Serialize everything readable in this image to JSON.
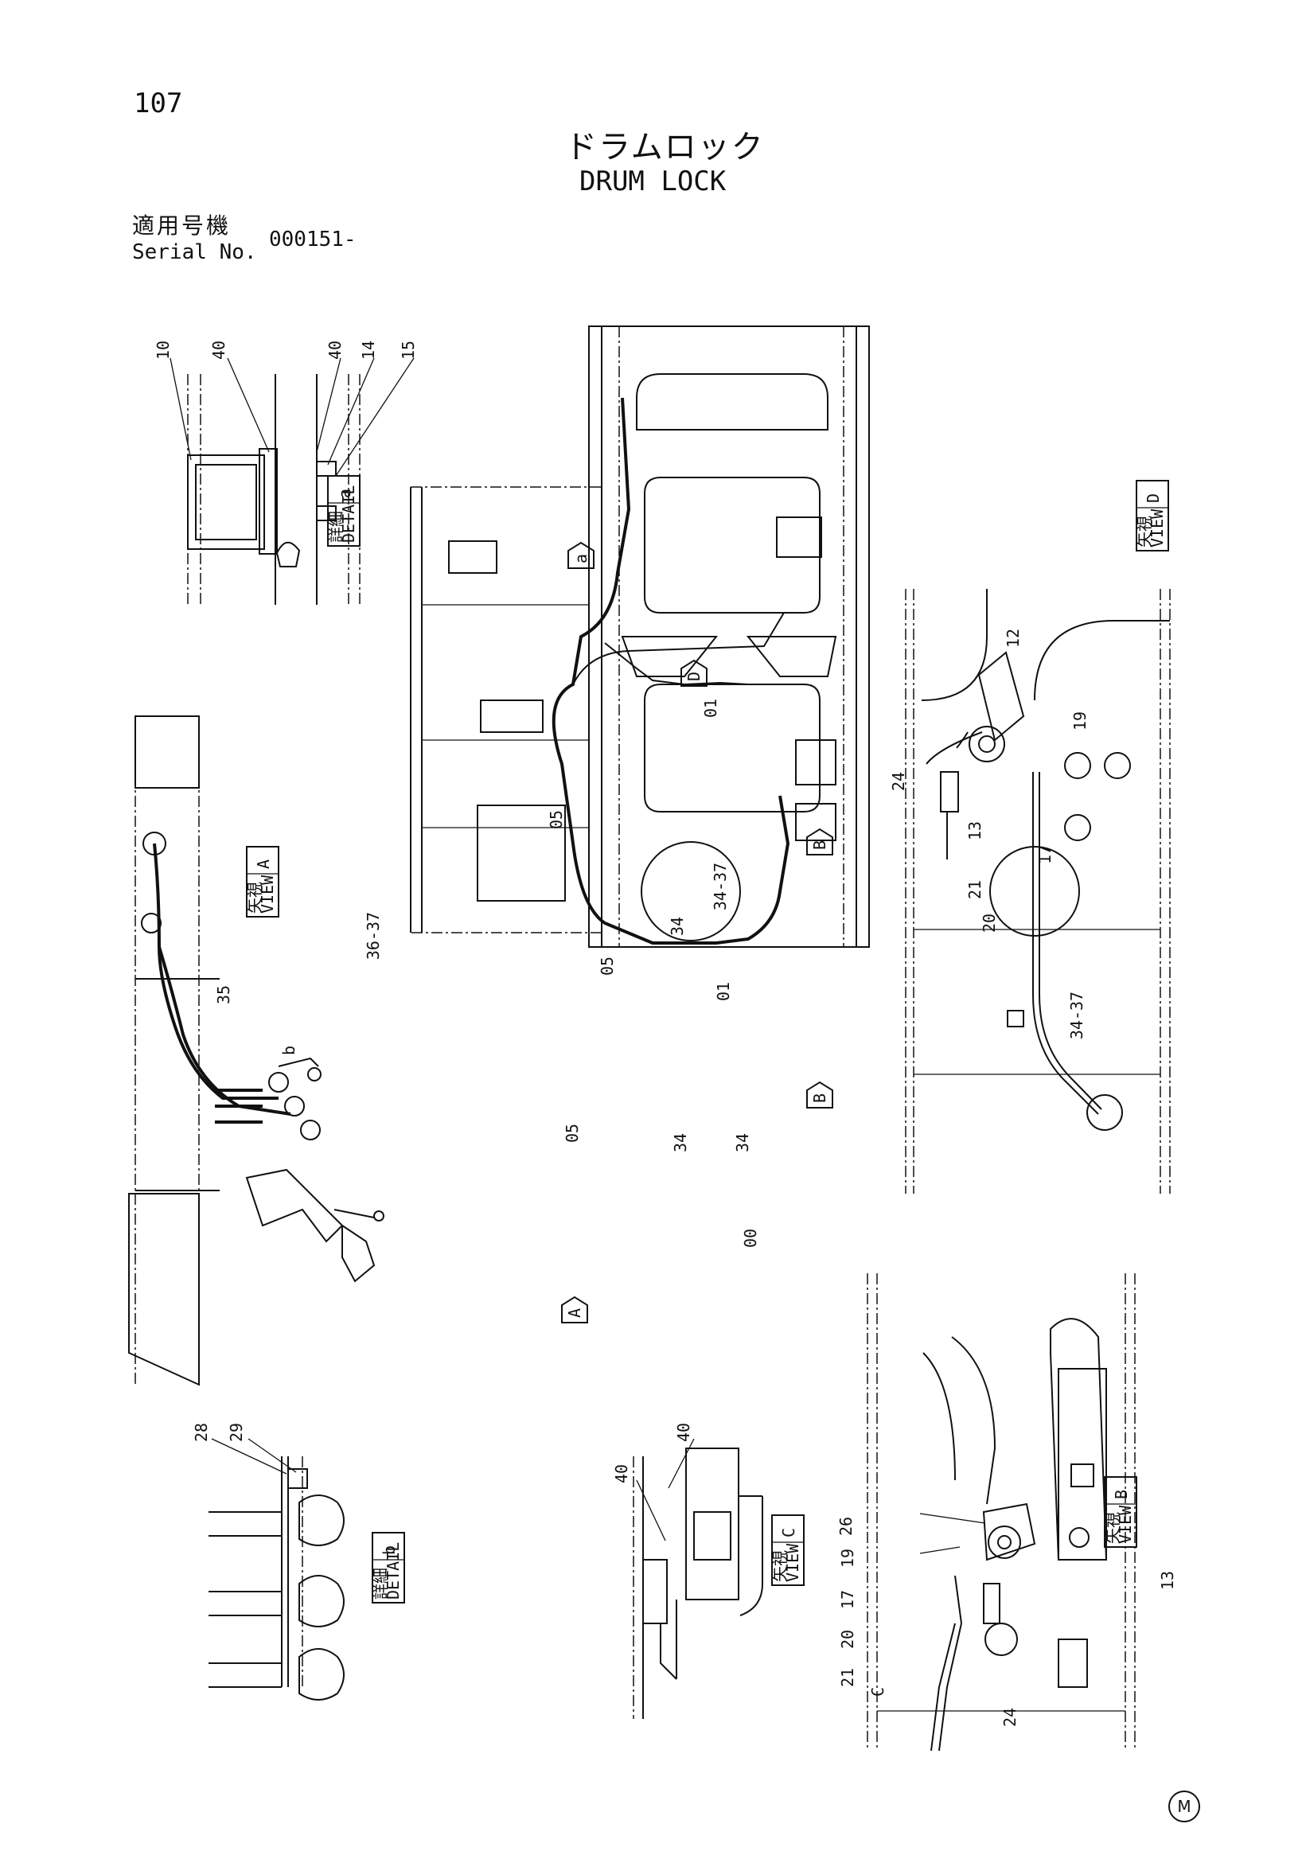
{
  "header": {
    "page_number": "107",
    "title_jp": "ドラムロック",
    "title_en": "DRUM LOCK",
    "serial_label_jp": "適用号機",
    "serial_label_en": "Serial No.",
    "serial_value": "000151-"
  },
  "views": [
    {
      "jp": "詳細",
      "en": "DETAIL",
      "letter": "a"
    },
    {
      "jp": "矢視",
      "en": "VIEW",
      "letter": "D"
    },
    {
      "jp": "矢視",
      "en": "VIEW",
      "letter": "A"
    },
    {
      "jp": "詳細",
      "en": "DETAIL",
      "letter": "b"
    },
    {
      "jp": "矢視",
      "en": "VIEW",
      "letter": "C"
    },
    {
      "jp": "矢視",
      "en": "VIEW",
      "letter": "B"
    }
  ],
  "callouts": {
    "detail_a": [
      "10",
      "40",
      "40",
      "14",
      "15"
    ],
    "main": [
      "01",
      "05",
      "36-37",
      "34-37",
      "34",
      "05",
      "01",
      "05",
      "34",
      "34",
      "00"
    ],
    "main_markers": [
      "a",
      "D",
      "B",
      "B",
      "A"
    ],
    "view_a": [
      "35",
      "b"
    ],
    "view_d": [
      "12",
      "19",
      "24",
      "13",
      "17",
      "21",
      "20",
      "34-37"
    ],
    "detail_b": [
      "28",
      "29"
    ],
    "view_c": [
      "40",
      "40"
    ],
    "view_b": [
      "26",
      "19",
      "17",
      "20",
      "21",
      "13",
      "24",
      "C"
    ]
  },
  "footer": {
    "mark": "M"
  }
}
